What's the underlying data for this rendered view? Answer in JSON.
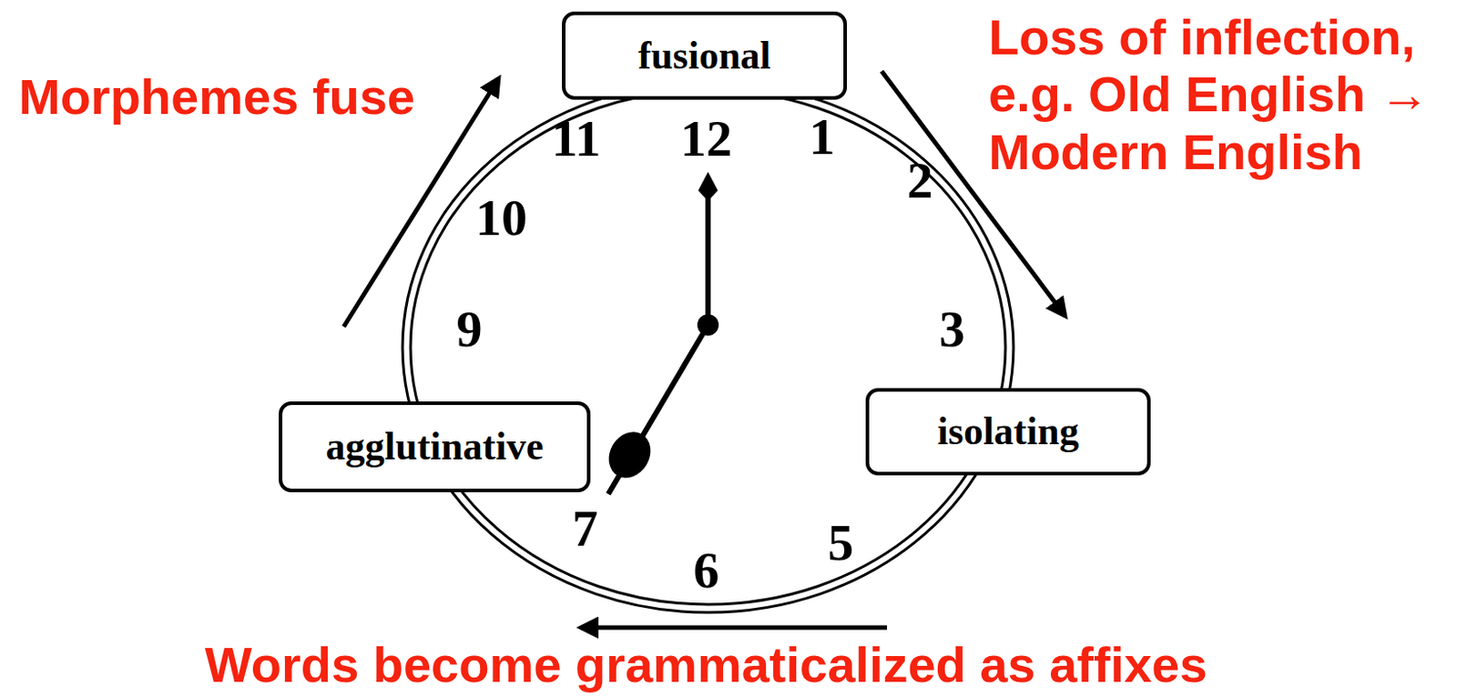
{
  "diagram": {
    "nodes": [
      {
        "text": [
          "fusional"
        ]
      },
      {
        "text": [
          "isolating"
        ]
      },
      {
        "text": [
          "agglutinative"
        ]
      }
    ],
    "labels": [
      "Morphemes fuse",
      "Loss of inflection, e.g. Old English → Modern English",
      "Words become grammaticalized as affixes",
      "11",
      "12",
      "1",
      "2",
      "10",
      "3",
      "9",
      "5",
      "6",
      "7"
    ]
  }
}
